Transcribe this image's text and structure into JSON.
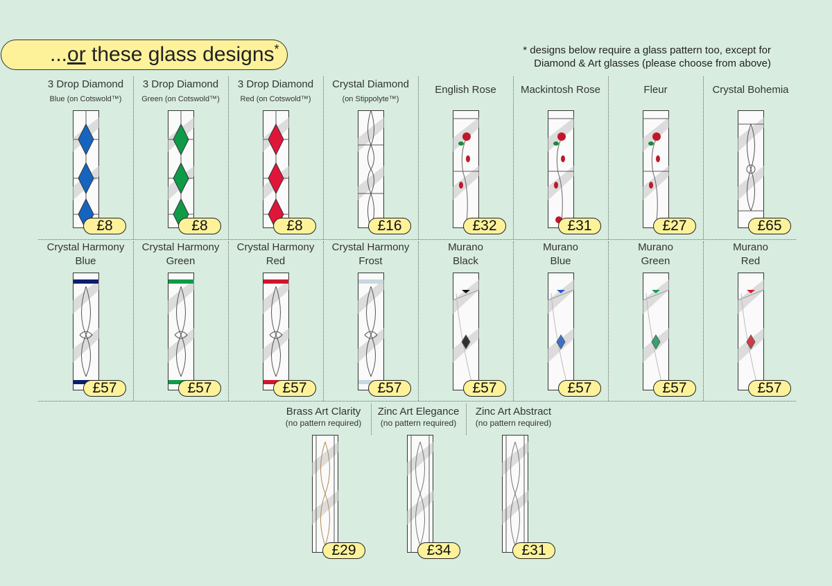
{
  "banner": {
    "prefix": "...",
    "or": "or",
    "rest": " these glass designs",
    "asterisk": "*"
  },
  "note": {
    "line1": "* designs below require a glass pattern too, except for",
    "line2": "Diamond & Art glasses (please choose from above)"
  },
  "rows": [
    [
      {
        "title": "3 Drop Diamond",
        "subtitle": "Blue (on Cotswold™)",
        "price": "£8",
        "pattern": "diamond",
        "color": "#1565c0"
      },
      {
        "title": "3 Drop Diamond",
        "subtitle": "Green (on Cotswold™)",
        "price": "£8",
        "pattern": "diamond",
        "color": "#0f9a48"
      },
      {
        "title": "3 Drop Diamond",
        "subtitle": "Red (on Cotswold™)",
        "price": "£8",
        "pattern": "diamond",
        "color": "#e0153a"
      },
      {
        "title": "Crystal Diamond",
        "subtitle": "(on Stippolyte™)",
        "price": "£16",
        "pattern": "crystal",
        "color": "#999999"
      },
      {
        "title": "English Rose",
        "price": "£32",
        "pattern": "rose",
        "color": "#c0182a"
      },
      {
        "title": "Mackintosh Rose",
        "price": "£31",
        "pattern": "mack",
        "color": "#c0182a"
      },
      {
        "title": "Fleur",
        "price": "£27",
        "pattern": "fleur",
        "color": "#c0182a"
      },
      {
        "title": "Crystal Bohemia",
        "price": "£65",
        "pattern": "bohemia",
        "color": "#888888"
      }
    ],
    [
      {
        "title": "Crystal Harmony",
        "title2": "Blue",
        "price": "£57",
        "pattern": "harmony",
        "color": "#0a1f6b"
      },
      {
        "title": "Crystal Harmony",
        "title2": "Green",
        "price": "£57",
        "pattern": "harmony",
        "color": "#0f9a48"
      },
      {
        "title": "Crystal Harmony",
        "title2": "Red",
        "price": "£57",
        "pattern": "harmony",
        "color": "#d0152a"
      },
      {
        "title": "Crystal Harmony",
        "title2": "Frost",
        "price": "£57",
        "pattern": "harmony",
        "color": "#c8d8e0"
      },
      {
        "title": "Murano",
        "title2": "Black",
        "price": "£57",
        "pattern": "murano",
        "color": "#111111"
      },
      {
        "title": "Murano",
        "title2": "Blue",
        "price": "£57",
        "pattern": "murano",
        "color": "#1f5fc8"
      },
      {
        "title": "Murano",
        "title2": "Green",
        "price": "£57",
        "pattern": "murano",
        "color": "#1a9a5a"
      },
      {
        "title": "Murano",
        "title2": "Red",
        "price": "£57",
        "pattern": "murano",
        "color": "#d0202a"
      }
    ],
    [
      {
        "title": "Brass Art Clarity",
        "subtitle": "(no pattern required)",
        "price": "£29",
        "pattern": "brass",
        "color": "#b08a50"
      },
      {
        "title": "Zinc Art Elegance",
        "subtitle": "(no pattern required)",
        "price": "£34",
        "pattern": "zinc",
        "color": "#777777"
      },
      {
        "title": "Zinc Art Abstract",
        "subtitle": "(no pattern required)",
        "price": "£31",
        "pattern": "abstract",
        "color": "#777777"
      }
    ]
  ]
}
